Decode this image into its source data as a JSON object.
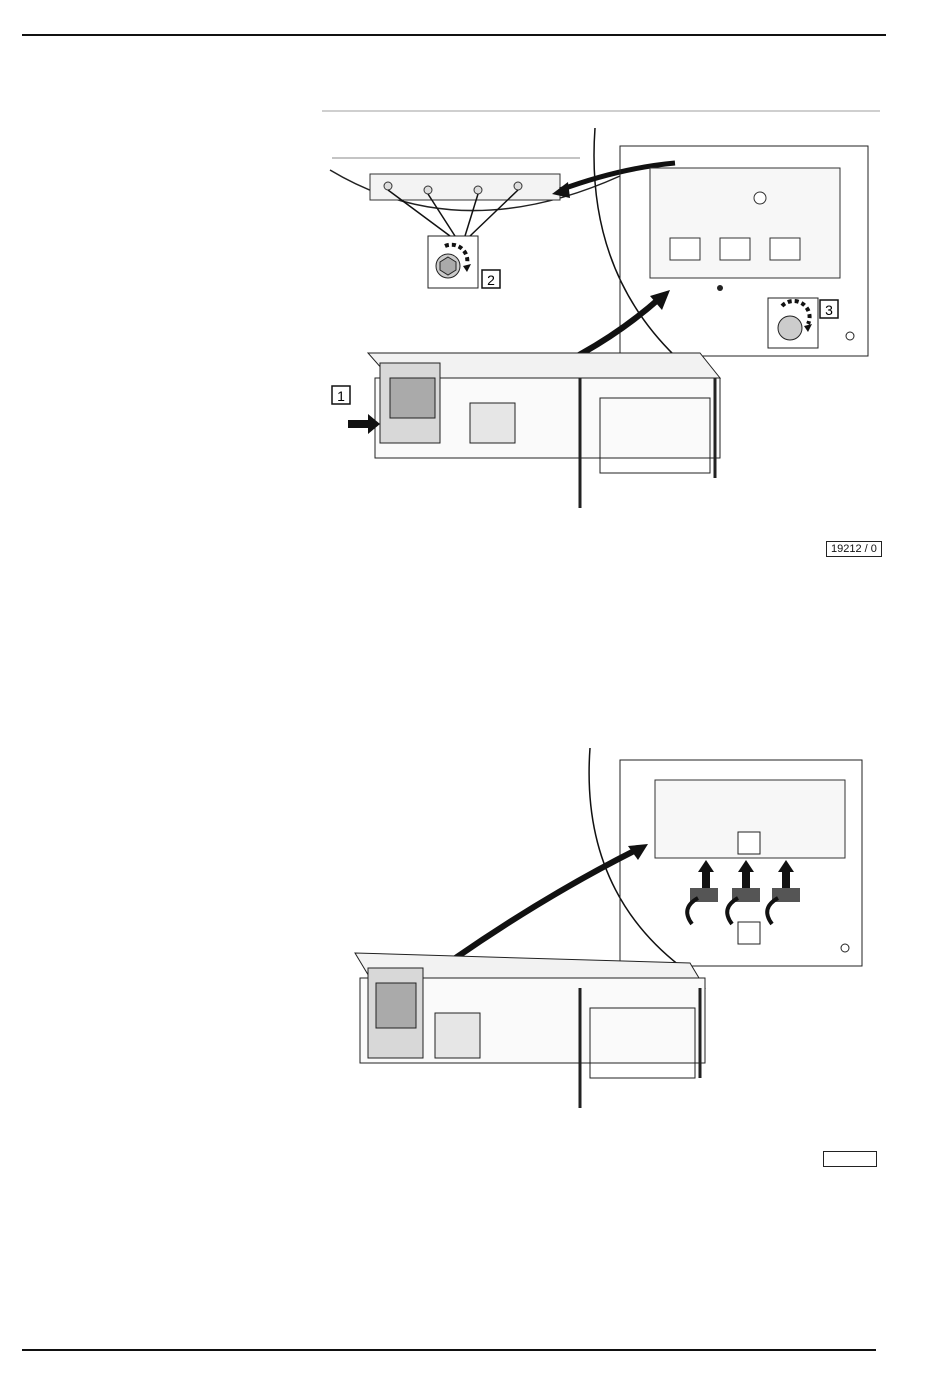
{
  "figures": [
    {
      "callouts": [
        "1",
        "2",
        "3"
      ],
      "ref": "19212 / 0"
    },
    {
      "callouts": [],
      "ref": ""
    }
  ]
}
